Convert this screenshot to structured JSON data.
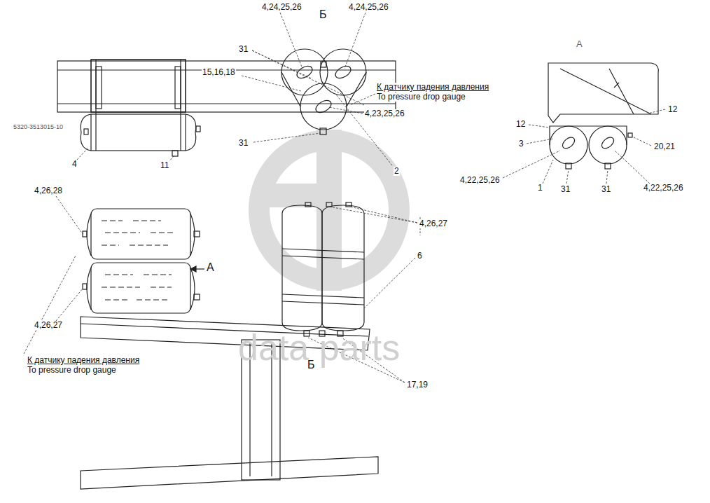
{
  "diagram": {
    "labels": [
      "Б",
      "4,24,25,26",
      "4,24,25,26",
      "31",
      "15,16,18",
      "К датчику падения давления",
      "To pressure drop gauge",
      "4,23,25,26",
      "31",
      "2",
      "5320-3513015-10",
      "4",
      "11",
      "А",
      "12",
      "12",
      "3",
      "20,21",
      "4,22,25,26",
      "1",
      "31",
      "31",
      "4,22,25,26",
      "4,26,28",
      "А",
      "4,26,27",
      "К датчику падения давления",
      "To pressure drop gauge",
      "4,26,27",
      "6",
      "Б",
      "17,19",
      "data parts"
    ]
  }
}
